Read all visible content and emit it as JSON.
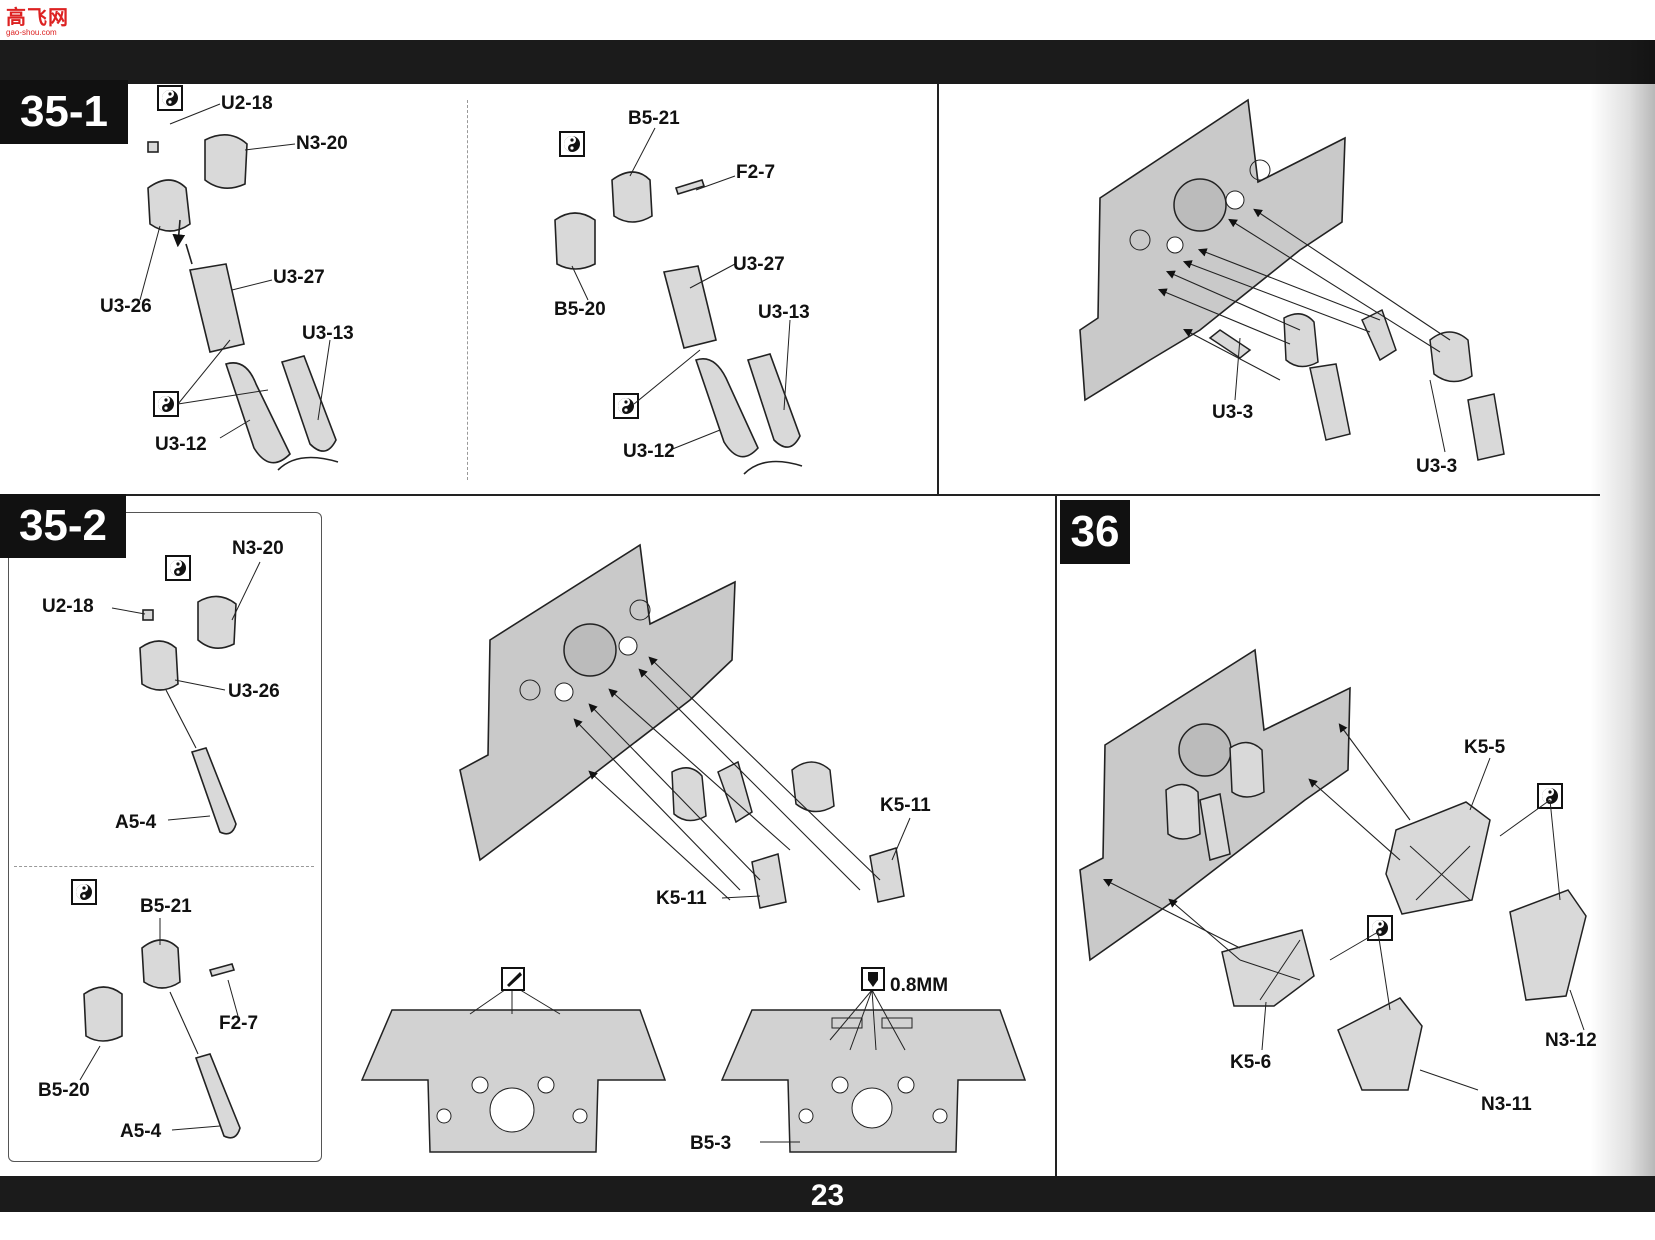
{
  "logo": {
    "main": "高飞网",
    "sub": "gao-shou.com"
  },
  "page_number": "23",
  "steps": [
    {
      "id": "35-1",
      "label": "35-1"
    },
    {
      "id": "35-2",
      "label": "35-2"
    },
    {
      "id": "36",
      "label": "36"
    }
  ],
  "labels": {
    "s351_u2_18": "U2-18",
    "s351_n3_20": "N3-20",
    "s351_u3_26": "U3-26",
    "s351_u3_27": "U3-27",
    "s351_u3_13": "U3-13",
    "s351_u3_12": "U3-12",
    "s351b_b5_21": "B5-21",
    "s351b_f2_7": "F2-7",
    "s351b_u3_27": "U3-27",
    "s351b_b5_20": "B5-20",
    "s351b_u3_13": "U3-13",
    "s351b_u3_12": "U3-12",
    "s351c_u3_3a": "U3-3",
    "s351c_u3_3b": "U3-3",
    "s352_n3_20": "N3-20",
    "s352_u2_18": "U2-18",
    "s352_u3_26": "U3-26",
    "s352_a5_4a": "A5-4",
    "s352_b5_21": "B5-21",
    "s352_f2_7": "F2-7",
    "s352_b5_20": "B5-20",
    "s352_a5_4b": "A5-4",
    "mid_k5_11a": "K5-11",
    "mid_k5_11b": "K5-11",
    "mid_0_8mm": "0.8MM",
    "mid_b5_3": "B5-3",
    "s36_k5_5": "K5-5",
    "s36_n3_12": "N3-12",
    "s36_k5_6": "K5-6",
    "s36_n3_11": "N3-11"
  },
  "icons": {
    "glue": "yin-yang-glue-icon",
    "cut": "cut-knife-icon",
    "drill": "drill-icon"
  },
  "colors": {
    "band": "#1b1b1b",
    "part_fill": "#d9d9d9",
    "part_stroke": "#222222",
    "plate_fill": "#c9c9c9"
  }
}
